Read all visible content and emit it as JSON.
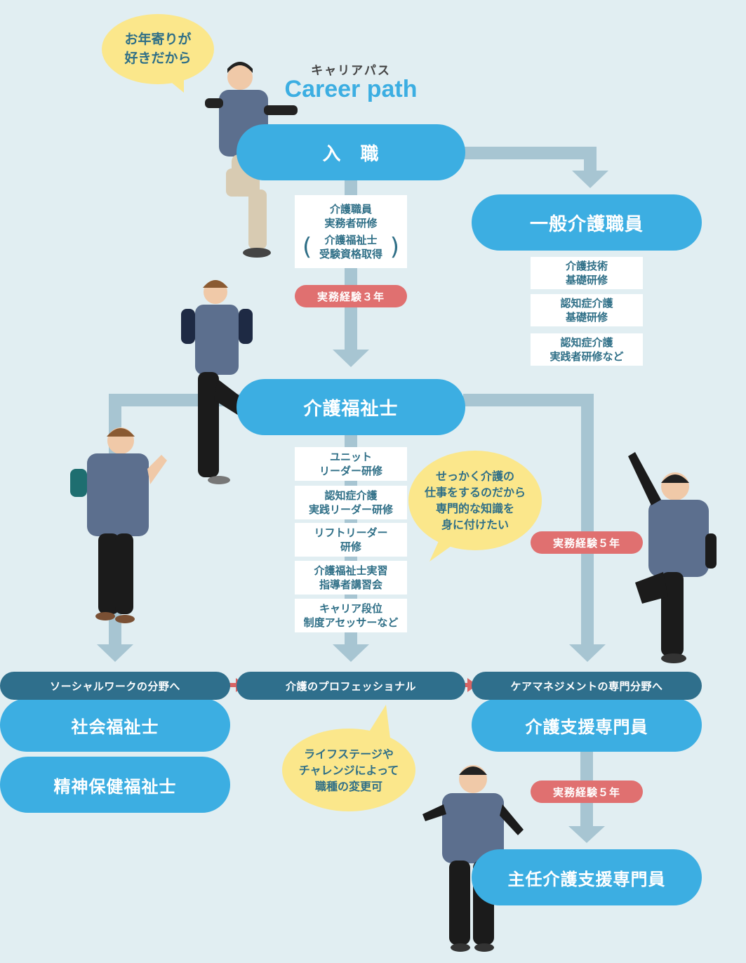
{
  "header": {
    "title_ja": "キャリアパス",
    "title_en": "Career path"
  },
  "roles": {
    "entry": "入　職",
    "general_staff": "一般介護職員",
    "certified_care_worker": "介護福祉士",
    "social_worker": "社会福祉士",
    "psychiatric_social_worker": "精神保健福祉士",
    "care_manager": "介護支援専門員",
    "chief_care_manager": "主任介護支援専門員"
  },
  "entry_training": {
    "line1": "介護職員",
    "line2": "実務者研修",
    "sub1": "介護福祉士",
    "sub2": "受験資格取得"
  },
  "general_training": [
    {
      "line1": "介護技術",
      "line2": "基礎研修"
    },
    {
      "line1": "認知症介護",
      "line2": "基礎研修"
    },
    {
      "line1": "認知症介護",
      "line2": "実践者研修など"
    }
  ],
  "care_worker_training": [
    {
      "line1": "ユニット",
      "line2": "リーダー研修"
    },
    {
      "line1": "認知症介護",
      "line2": "実践リーダー研修"
    },
    {
      "line1": "リフトリーダー",
      "line2": "研修"
    },
    {
      "line1": "介護福祉士実習",
      "line2": "指導者講習会"
    },
    {
      "line1": "キャリア段位",
      "line2": "制度アセッサーなど"
    }
  ],
  "badges": {
    "exp3": "実務経験３年",
    "exp5_right": "実務経験５年",
    "exp5_bottom": "実務経験５年"
  },
  "bands": {
    "social_work": "ソーシャルワークの分野へ",
    "care_professional": "介護のプロフェッショナル",
    "care_management": "ケアマネジメントの専門分野へ"
  },
  "bubbles": {
    "elderly": {
      "line1": "お年寄りが",
      "line2": "好きだから"
    },
    "knowledge": {
      "line1": "せっかく介護の",
      "line2": "仕事をするのだから",
      "line3": "専門的な知識を",
      "line4": "身に付けたい"
    },
    "lifestage": {
      "line1": "ライフステージや",
      "line2": "チャレンジによって",
      "line3": "職種の変更可"
    }
  },
  "colors": {
    "background": "#e1eef2",
    "primary_pill": "#3caee2",
    "connector": "#a7c5d2",
    "badge": "#e07070",
    "band": "#2f6f8c",
    "bubble": "#fbe78b",
    "text_dark": "#2f6f87"
  },
  "icons": {
    "staff_photos": [
      "staff-man-photo",
      "staff-woman-pointing-photo",
      "staff-woman-presenting-photo",
      "staff-woman-cheering-photo",
      "staff-woman-welcoming-photo"
    ],
    "two_way_arrow": "double-arrow-icon"
  }
}
